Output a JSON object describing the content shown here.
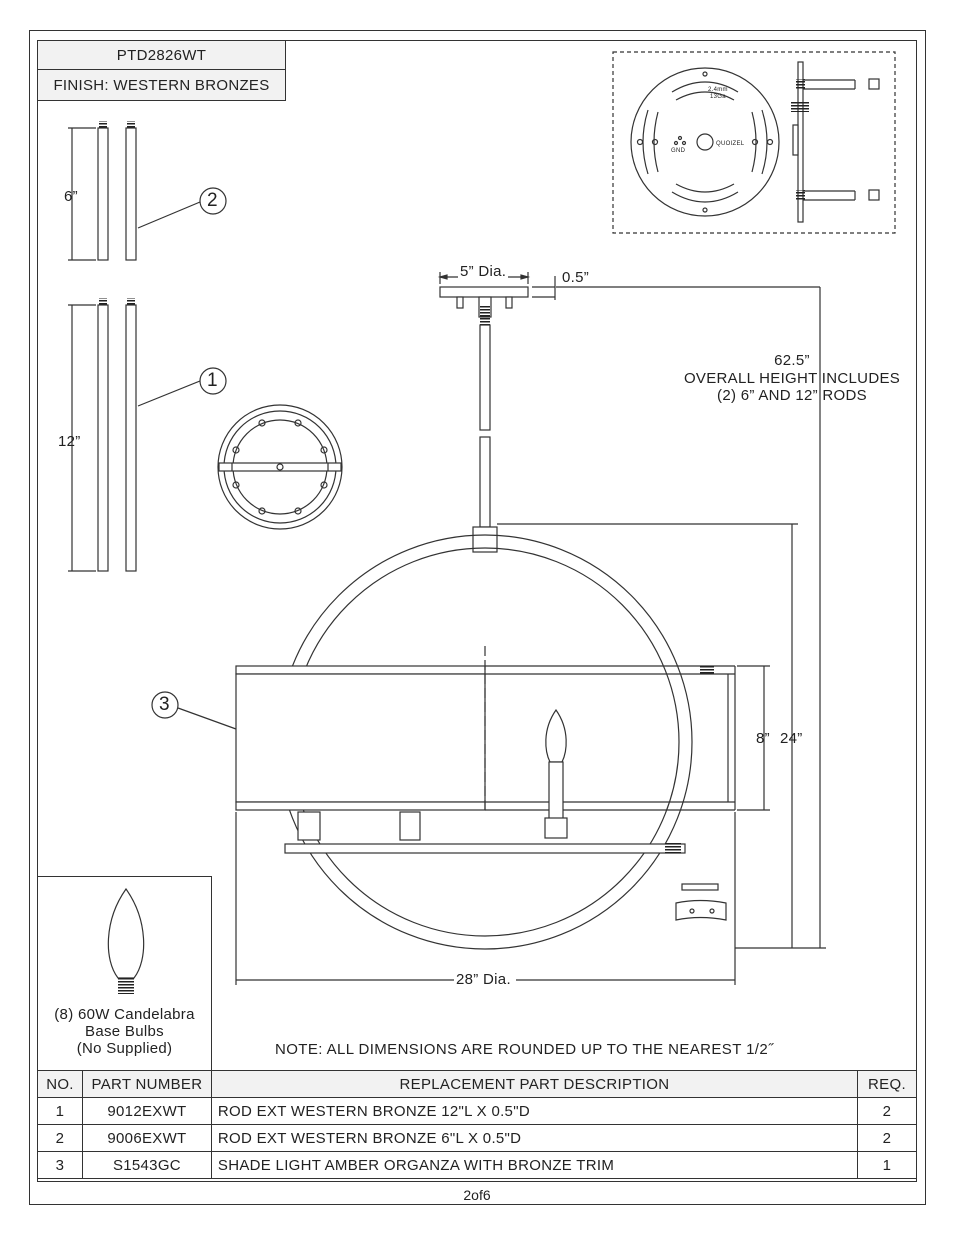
{
  "header": {
    "model": "PTD2826WT",
    "finish": "FINISH: WESTERN BRONZES"
  },
  "callouts": {
    "one": "1",
    "two": "2",
    "three": "3"
  },
  "dimensions": {
    "rod_short": "6”",
    "rod_long": "12”",
    "canopy_dia": "5” Dia.",
    "canopy_height": "0.5”",
    "overall_value": "62.5”",
    "overall_line1": "OVERALL HEIGHT INCLUDES",
    "overall_line2": "(2) 6” AND 12” RODS",
    "shade_height": "8”",
    "fixture_height": "24”",
    "fixture_dia": "28” Dia."
  },
  "plate_labels": {
    "brand": "QUOIZEL",
    "gauge_line1": "2.4mm",
    "gauge_line2": "13Ga",
    "ground": "GND"
  },
  "bulb": {
    "line1": "(8) 60W Candelabra",
    "line2": "Base Bulbs",
    "line3": "(No Supplied)"
  },
  "note": "NOTE:  ALL DIMENSIONS ARE ROUNDED UP TO THE NEAREST  1/2˝",
  "table": {
    "headers": [
      "NO.",
      "PART NUMBER",
      "REPLACEMENT PART DESCRIPTION",
      "REQ."
    ],
    "rows": [
      {
        "no": "1",
        "part": "9012EXWT",
        "desc": "ROD EXT WESTERN BRONZE 12\"L X 0.5\"D",
        "req": "2"
      },
      {
        "no": "2",
        "part": "9006EXWT",
        "desc": "ROD EXT WESTERN BRONZE 6\"L X 0.5\"D",
        "req": "2"
      },
      {
        "no": "3",
        "part": "S1543GC",
        "desc": "SHADE LIGHT AMBER ORGANZA WITH BRONZE TRIM",
        "req": "1"
      }
    ]
  },
  "page_number": "2of6"
}
